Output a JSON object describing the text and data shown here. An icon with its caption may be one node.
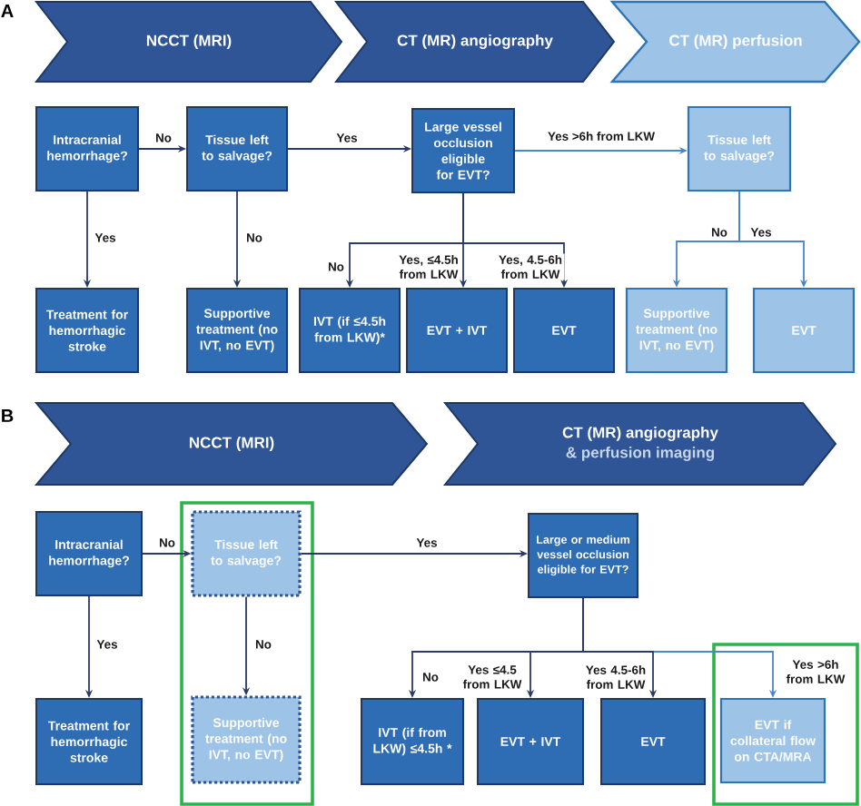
{
  "diagram": {
    "nodes": [
      {
        "text": [
          "NCCT (MRI)"
        ]
      },
      {
        "text": [
          "CT (MR) angiography"
        ]
      },
      {
        "text": [
          "CT (MR) perfusion"
        ]
      },
      {
        "text": [
          "Intracranial hemorrhage?"
        ]
      },
      {
        "text": [
          "Tissue left to salvage?"
        ]
      },
      {
        "text": [
          "Large vessel occlusion eligible for EVT?"
        ]
      },
      {
        "text": [
          "Tissue left to salvage?"
        ]
      },
      {
        "text": [
          "Treatment for hemorrhagic stroke"
        ]
      },
      {
        "text": [
          "Supportive treatment (no IVT, no EVT)"
        ]
      },
      {
        "text": [
          "IVT (if ≤4.5h from LKW)*"
        ]
      },
      {
        "text": [
          "EVT + IVT"
        ]
      },
      {
        "text": [
          "EVT"
        ]
      },
      {
        "text": [
          "Supportive treatment (no IVT, no EVT)"
        ]
      },
      {
        "text": [
          "EVT"
        ]
      },
      {
        "text": [
          "NCCT (MRI)"
        ]
      },
      {
        "text": [
          "CT (MR) angiography",
          "& perfusion imaging"
        ]
      },
      {
        "text": [
          "Intracranial hemorrhage?"
        ]
      },
      {
        "text": [],
        "shape": "box"
      },
      {
        "text": [
          "Tissue left to salvage?"
        ],
        "in": 17
      },
      {
        "text": [
          "Large or medium vessel occlusion eligible for EVT?"
        ]
      },
      {
        "text": [
          "Treatment for hemorrhagic stroke"
        ]
      },
      {
        "text": [
          "Supportive treatment (no IVT, no EVT)"
        ],
        "in": 17
      },
      {
        "text": [
          "IVT (if from LKW) ≤4.5h *"
        ]
      },
      {
        "text": [
          "EVT + IVT"
        ]
      },
      {
        "text": [
          "EVT"
        ]
      },
      {
        "text": [],
        "shape": "box"
      },
      {
        "text": [
          "EVT if collateral flow on CTA/MRA"
        ],
        "in": 25
      }
    ],
    "edges": [
      {
        "from": 3,
        "to": 4,
        "arrow": "to",
        "label": "No"
      },
      {
        "from": 3,
        "to": 7,
        "arrow": "to",
        "label": "Yes"
      },
      {
        "from": 4,
        "to": 8,
        "arrow": "to",
        "label": "No"
      },
      {
        "from": 4,
        "to": 5,
        "arrow": "to",
        "label": "Yes"
      },
      {
        "from": 5,
        "to": 6,
        "arrow": "to",
        "label": "Yes >6h from LKW",
        "color": "#4a86c8"
      },
      {
        "from": 5,
        "to": 9,
        "arrow": "to",
        "label": "No"
      },
      {
        "from": 5,
        "to": 10,
        "arrow": "to",
        "label": "Yes, ≤4.5h from LKW"
      },
      {
        "from": 5,
        "to": 11,
        "arrow": "to",
        "label": "Yes, 4.5-6h from LKW"
      },
      {
        "from": 6,
        "to": 12,
        "arrow": "to",
        "label": "No",
        "color": "#4a86c8"
      },
      {
        "from": 6,
        "to": 13,
        "arrow": "to",
        "label": "Yes",
        "color": "#4a86c8"
      },
      {
        "from": 16,
        "to": 18,
        "arrow": "to",
        "label": "No"
      },
      {
        "from": 16,
        "to": 20,
        "arrow": "to",
        "label": "Yes"
      },
      {
        "from": 18,
        "to": 21,
        "arrow": "to",
        "label": "No"
      },
      {
        "from": 18,
        "to": 19,
        "arrow": "to",
        "label": "Yes"
      },
      {
        "from": 19,
        "to": 22,
        "arrow": "to",
        "label": "No"
      },
      {
        "from": 19,
        "to": 23,
        "arrow": "to",
        "label": "Yes ≤4.5 from LKW"
      },
      {
        "from": 19,
        "to": 24,
        "arrow": "to",
        "label": "Yes 4.5-6h from LKW"
      },
      {
        "from": 19,
        "to": 26,
        "arrow": "to",
        "label": "Yes >6h from LKW",
        "color": "#4a86c8"
      }
    ],
    "labels": [
      "A",
      "B"
    ]
  }
}
